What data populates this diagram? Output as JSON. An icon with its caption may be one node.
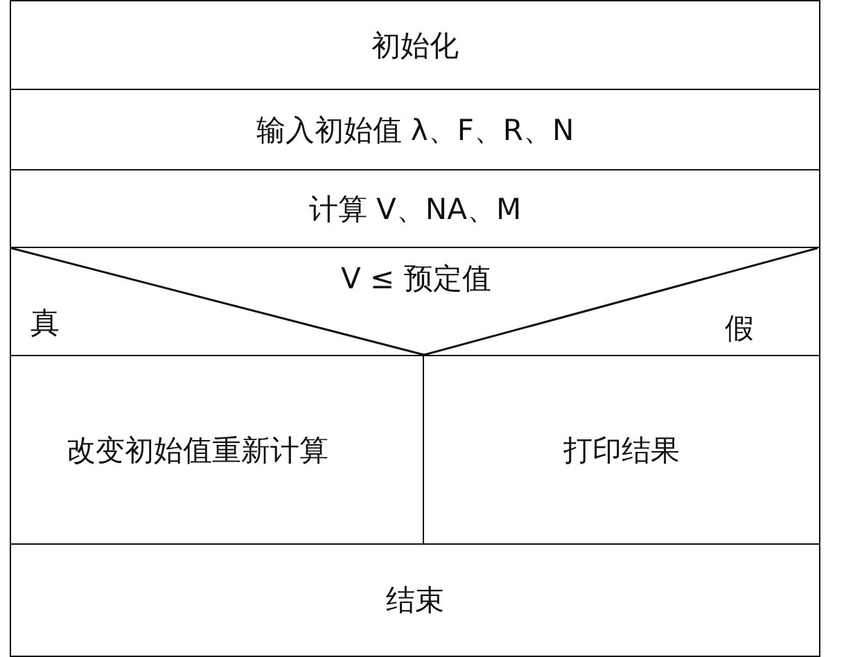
{
  "diagram": {
    "nodes": [
      {
        "text": [
          "初始化"
        ]
      },
      {
        "text": [
          "输入初始值 λ、F、R、N"
        ]
      },
      {
        "text": [
          "计算 V、NA、M"
        ]
      },
      {
        "text": [
          "V ≤ 预定值",
          "真",
          "假"
        ]
      },
      {
        "text": [
          "改变初始值重新计算"
        ]
      },
      {
        "text": [
          "打印结果"
        ]
      },
      {
        "text": [
          "结束"
        ]
      }
    ]
  }
}
